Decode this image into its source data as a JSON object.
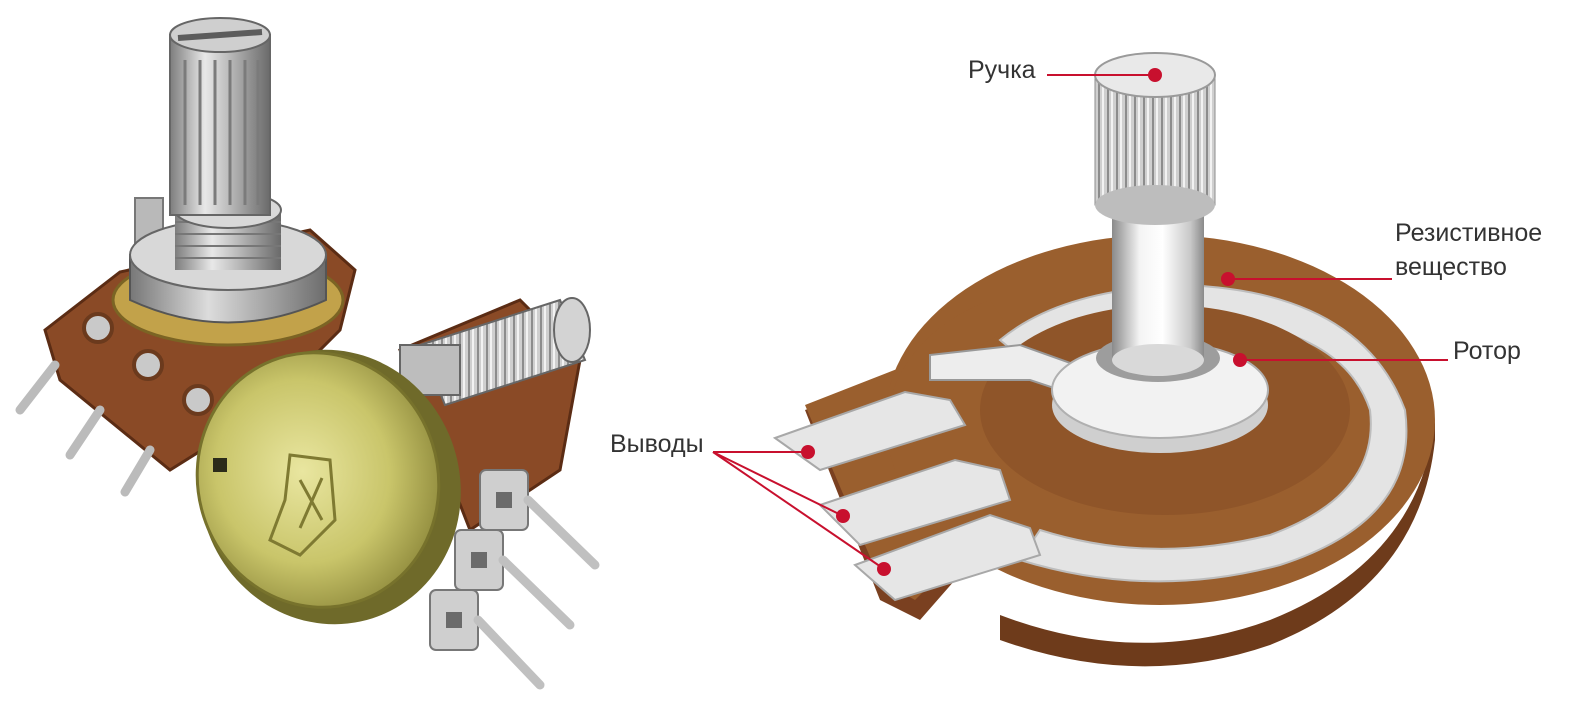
{
  "labels": {
    "knob": "Ручка",
    "resistive_line1": "Резистивное",
    "resistive_line2": "вещество",
    "rotor": "Ротор",
    "terminals": "Выводы"
  },
  "colors": {
    "accent": "#c8102e",
    "brown_top": "#9a5f2e",
    "brown_side": "#6e3b1b",
    "silver": "#e4e4e4",
    "silver_dark": "#9a9a9a",
    "label_text": "#333333"
  },
  "illustration": {
    "photo": "potentiometer-photo",
    "diagram": "potentiometer-cutaway-diagram"
  }
}
